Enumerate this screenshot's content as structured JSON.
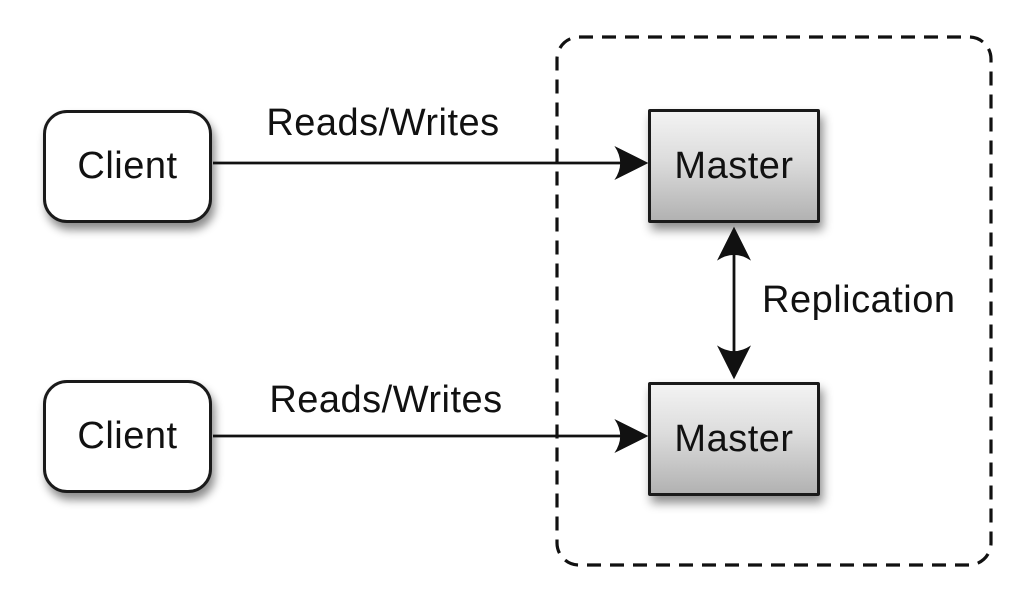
{
  "diagram": {
    "type": "architecture-diagram",
    "nodes": [
      {
        "id": "client-top",
        "label": "Client",
        "kind": "client"
      },
      {
        "id": "client-bottom",
        "label": "Client",
        "kind": "client"
      },
      {
        "id": "master-top",
        "label": "Master",
        "kind": "master"
      },
      {
        "id": "master-bottom",
        "label": "Master",
        "kind": "master"
      }
    ],
    "edges": [
      {
        "from": "client-top",
        "to": "master-top",
        "label": "Reads/Writes",
        "direction": "one-way"
      },
      {
        "from": "client-bottom",
        "to": "master-bottom",
        "label": "Reads/Writes",
        "direction": "one-way"
      },
      {
        "from": "master-top",
        "to": "master-bottom",
        "label": "Replication",
        "direction": "two-way"
      }
    ],
    "cluster": {
      "contains": [
        "master-top",
        "master-bottom"
      ],
      "border_style": "dashed"
    },
    "colors": {
      "background": "#ffffff",
      "stroke": "#111111",
      "node_border": "#1a1a1a",
      "client_fill": "#ffffff",
      "master_fill_top": "#f3f3f3",
      "master_fill_bottom": "#b2b2b2",
      "text": "#111111"
    }
  }
}
